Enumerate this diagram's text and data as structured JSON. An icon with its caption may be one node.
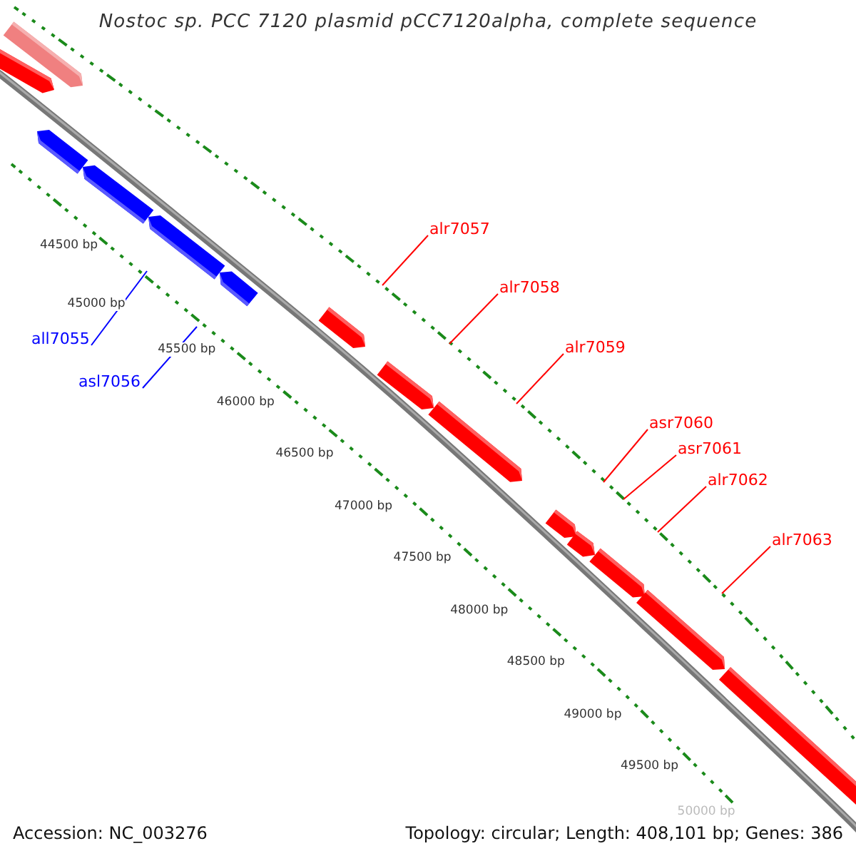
{
  "diagram": {
    "title": "Nostoc sp. PCC 7120 plasmid pCC7120alpha, complete sequence",
    "nodes": [
      {
        "text": [
          "alr7057"
        ]
      },
      {
        "text": [
          "alr7058"
        ]
      },
      {
        "text": [
          "alr7059"
        ]
      },
      {
        "text": [
          "asr7060"
        ]
      },
      {
        "text": [
          "asr7061"
        ]
      },
      {
        "text": [
          "alr7062"
        ]
      },
      {
        "text": [
          "alr7063"
        ]
      },
      {
        "text": [
          "all7055"
        ]
      },
      {
        "text": [
          "asl7056"
        ]
      }
    ],
    "edges": [
      {
        "from": 0,
        "to": null,
        "arrow": "none"
      },
      {
        "from": 1,
        "to": null,
        "arrow": "none"
      },
      {
        "from": 2,
        "to": null,
        "arrow": "none"
      },
      {
        "from": 3,
        "to": null,
        "arrow": "none"
      },
      {
        "from": 4,
        "to": null,
        "arrow": "none"
      },
      {
        "from": 5,
        "to": null,
        "arrow": "none"
      },
      {
        "from": 6,
        "to": null,
        "arrow": "none"
      },
      {
        "from": 7,
        "to": null,
        "arrow": "none",
        "color": "#0000ff"
      },
      {
        "from": 8,
        "to": null,
        "arrow": "none",
        "color": "#0000ff"
      }
    ],
    "labels": [
      "44500 bp",
      "45000 bp",
      "45500 bp",
      "46000 bp",
      "46500 bp",
      "47000 bp",
      "47500 bp",
      "48000 bp",
      "48500 bp",
      "49000 bp",
      "49500 bp",
      "50000 bp",
      "Accession: NC_003276",
      "Topology: circular; Length: 408,101 bp; Genes: 386"
    ]
  }
}
